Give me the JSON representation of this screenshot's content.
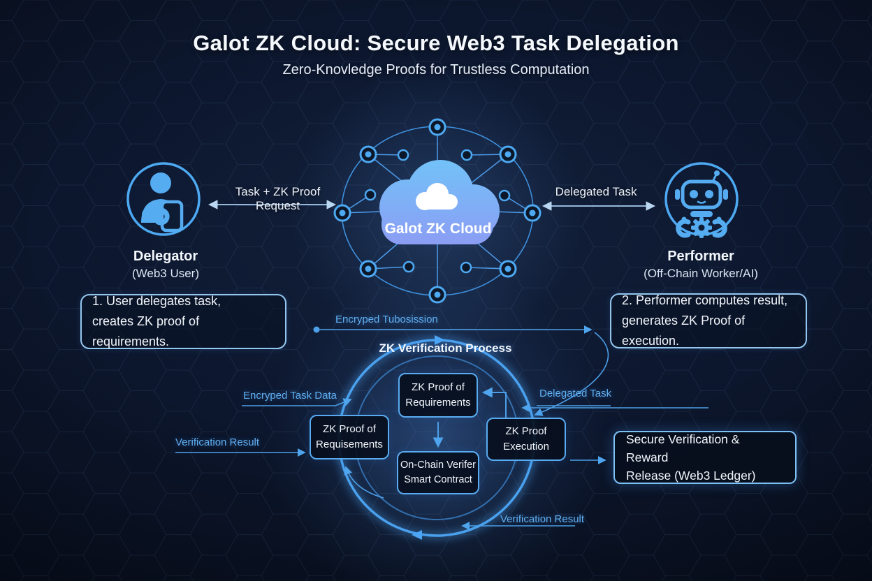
{
  "header": {
    "title": "Galot ZK Cloud: Secure Web3 Task Delegation",
    "subtitle": "Zero-Knovledge Proofs for Trustless Computation"
  },
  "colors": {
    "accent_blue": "#4da9f2",
    "label_blue": "#60aff1",
    "background_navy": "#0c1628",
    "box_border": "#58abf0",
    "cloud_gradient_top": "#74c3f8",
    "cloud_gradient_bottom": "#8a9af4",
    "text_white": "#f3f7fc"
  },
  "actors": {
    "delegator": {
      "name": "Delegator",
      "role": "(Web3 User)",
      "icon": "person-icon"
    },
    "performer": {
      "name": "Performer",
      "role": "(Off-Chain Worker/AI)",
      "icon": "robot-icon"
    }
  },
  "cloud": {
    "label": "Galot ZK Cloud",
    "icon": "cloud-icon"
  },
  "flows": {
    "task_request": "Task + ZK Proof Request",
    "delegated_task": "Delegated Task",
    "encrypted_submission": "Encryped Tubosission",
    "encrypted_task_data": "Encryped Task Data",
    "verification_result_left": "Verification Result",
    "delegated_task_right": "Delegated Task",
    "verification_result_bottom": "Verification Result"
  },
  "steps": {
    "step1": "1. User delegates task,\ncreates ZK proof of requirements.",
    "step2": "2. Performer computes result,\ngenerates ZK Proof of execution."
  },
  "process": {
    "heading": "ZK Verification Process",
    "boxes": {
      "requirements": "ZK Proof of\nRequirements",
      "requisements": "ZK Proof of\nRequisements",
      "execution": "ZK Proof\nExecution",
      "verifier": "On-Chain Verifer\nSmart Contract"
    }
  },
  "outcome": {
    "text": "Secure Verification & Reward\nRelease (Web3 Ledger)"
  }
}
